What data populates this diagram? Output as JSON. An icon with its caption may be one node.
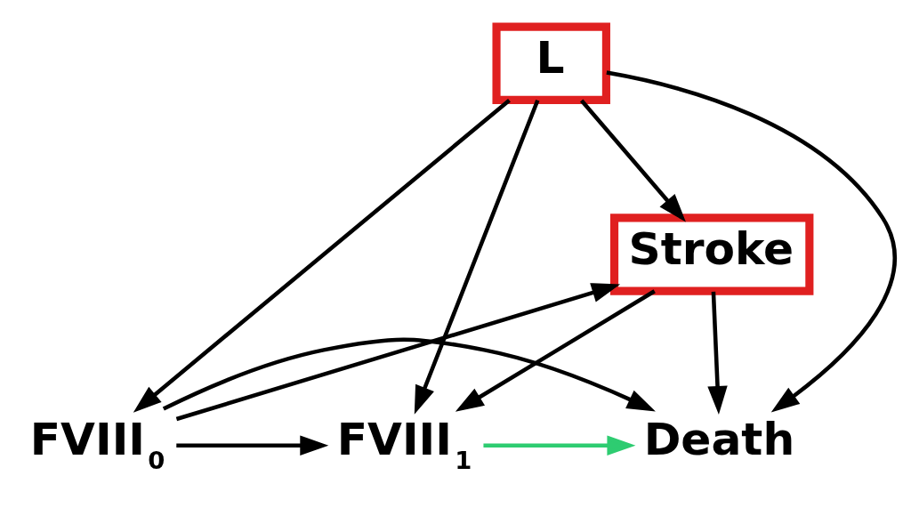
{
  "diagram": {
    "nodes": [
      {
        "text": [
          "L"
        ]
      },
      {
        "text": [
          "Stroke"
        ]
      },
      {
        "text": [
          "FVIII$_{0}$"
        ]
      },
      {
        "text": [
          "FVIII$_{1}$"
        ]
      },
      {
        "text": [
          "Death"
        ]
      }
    ],
    "edges": [
      {
        "from": 0,
        "to": 1,
        "arrow": "to"
      },
      {
        "from": 0,
        "to": 2,
        "arrow": "to"
      },
      {
        "from": 0,
        "to": 4,
        "arrow": "to"
      },
      {
        "from": 0,
        "to": 3,
        "arrow": "to"
      },
      {
        "from": 2,
        "to": 1,
        "arrow": "to"
      },
      {
        "from": 1,
        "to": 3,
        "arrow": "to"
      },
      {
        "from": 1,
        "to": 4,
        "arrow": "to"
      },
      {
        "from": 2,
        "to": 3,
        "arrow": "to"
      },
      {
        "from": 3,
        "to": 4,
        "arrow": "to",
        "color": "#2ecc71"
      },
      {
        "from": 2,
        "to": 4,
        "arrow": "to"
      }
    ]
  }
}
